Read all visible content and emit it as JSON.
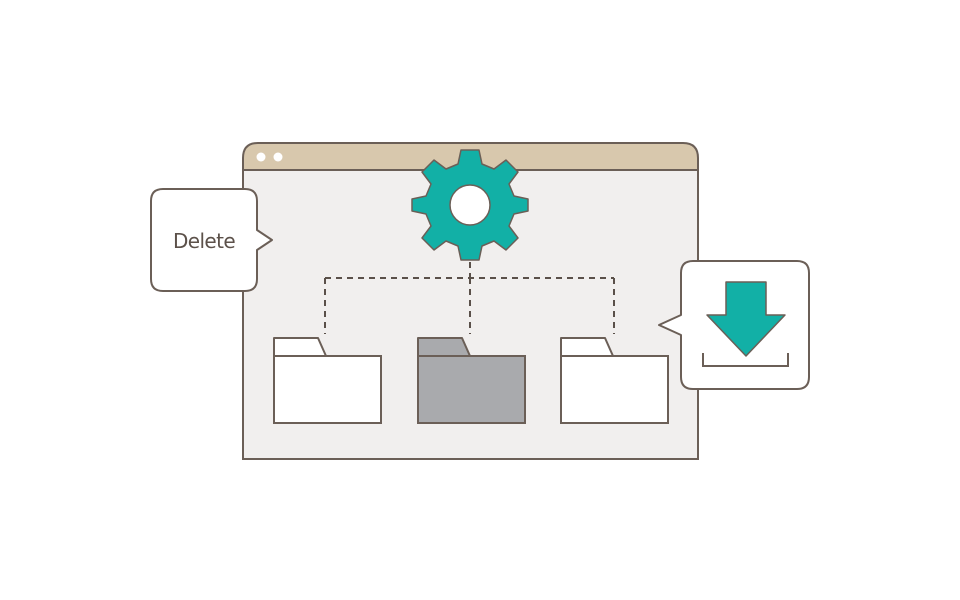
{
  "callout_left": {
    "label": "Delete"
  },
  "callout_right": {
    "icon": "download-icon"
  },
  "settings": {
    "icon": "gear-icon"
  },
  "window": {
    "controls": [
      "dot",
      "dot"
    ]
  },
  "folders": [
    {
      "name": "folder-left",
      "state": "normal"
    },
    {
      "name": "folder-center",
      "state": "selected"
    },
    {
      "name": "folder-right",
      "state": "normal"
    }
  ],
  "colors": {
    "outline": "#6b5f57",
    "titlebar": "#d8c8ad",
    "window_bg": "#f1efee",
    "accent": "#12b0a6",
    "folder_fill": "#ffffff",
    "folder_selected": "#a9aaad",
    "connector": "#5a5049"
  }
}
